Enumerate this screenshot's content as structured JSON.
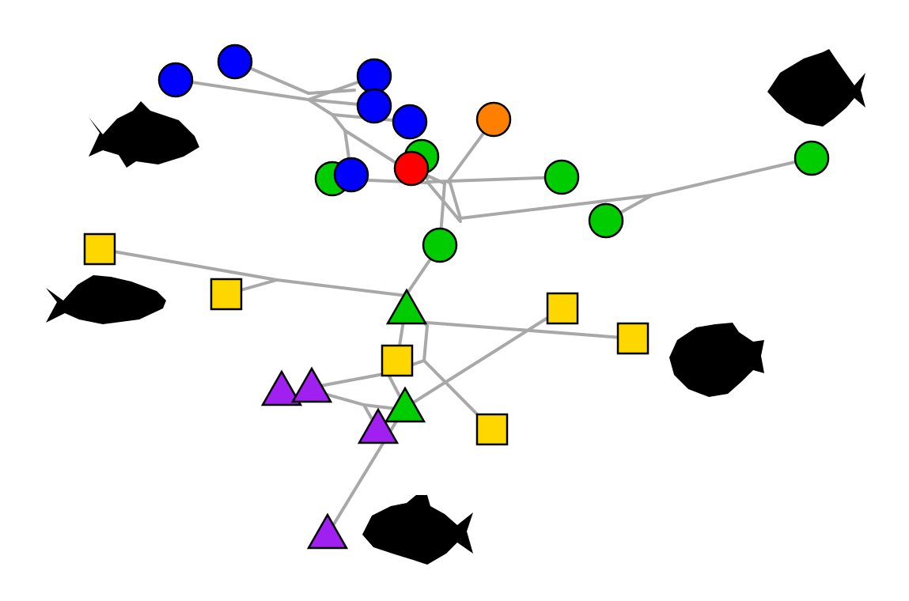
{
  "diagram": {
    "type": "network-tree",
    "colors": {
      "edge": "#a8a8a8",
      "blue": "#0000ff",
      "green": "#00cc00",
      "orange": "#ff8000",
      "red": "#ff0000",
      "yellow": "#ffd700",
      "purple": "#a020f0",
      "silhouette": "#000000"
    },
    "node_shapes": [
      "circle",
      "square",
      "triangle"
    ],
    "nodes": [
      {
        "id": "n1",
        "shape": "circle",
        "color": "blue"
      },
      {
        "id": "n2",
        "shape": "circle",
        "color": "blue"
      },
      {
        "id": "n3",
        "shape": "circle",
        "color": "blue"
      },
      {
        "id": "n4",
        "shape": "circle",
        "color": "blue"
      },
      {
        "id": "n5",
        "shape": "circle",
        "color": "blue"
      },
      {
        "id": "n6",
        "shape": "circle",
        "color": "orange"
      },
      {
        "id": "n7",
        "shape": "circle",
        "color": "green"
      },
      {
        "id": "n8",
        "shape": "circle",
        "color": "green"
      },
      {
        "id": "n9",
        "shape": "circle",
        "color": "blue"
      },
      {
        "id": "n10",
        "shape": "circle",
        "color": "green"
      },
      {
        "id": "n11",
        "shape": "circle",
        "color": "red"
      },
      {
        "id": "n12",
        "shape": "circle",
        "color": "green"
      },
      {
        "id": "n13",
        "shape": "circle",
        "color": "green"
      },
      {
        "id": "n14",
        "shape": "circle",
        "color": "green"
      },
      {
        "id": "n15",
        "shape": "circle",
        "color": "green"
      },
      {
        "id": "s1",
        "shape": "square",
        "color": "yellow"
      },
      {
        "id": "s2",
        "shape": "square",
        "color": "yellow"
      },
      {
        "id": "t1",
        "shape": "triangle",
        "color": "green"
      },
      {
        "id": "s3",
        "shape": "square",
        "color": "yellow"
      },
      {
        "id": "s4",
        "shape": "square",
        "color": "yellow"
      },
      {
        "id": "s5",
        "shape": "square",
        "color": "yellow"
      },
      {
        "id": "t2",
        "shape": "triangle",
        "color": "purple"
      },
      {
        "id": "t3",
        "shape": "triangle",
        "color": "purple"
      },
      {
        "id": "t4",
        "shape": "triangle",
        "color": "green"
      },
      {
        "id": "t5",
        "shape": "triangle",
        "color": "purple"
      },
      {
        "id": "s6",
        "shape": "square",
        "color": "yellow"
      },
      {
        "id": "t6",
        "shape": "triangle",
        "color": "purple"
      }
    ],
    "silhouettes": [
      {
        "id": "fish-top-left",
        "icon": "fish-silhouette-icon"
      },
      {
        "id": "fish-top-right",
        "icon": "fish-silhouette-icon"
      },
      {
        "id": "fish-middle-left",
        "icon": "fish-silhouette-icon"
      },
      {
        "id": "fish-middle-right",
        "icon": "fish-silhouette-icon"
      },
      {
        "id": "fish-bottom",
        "icon": "fish-silhouette-icon"
      }
    ]
  }
}
